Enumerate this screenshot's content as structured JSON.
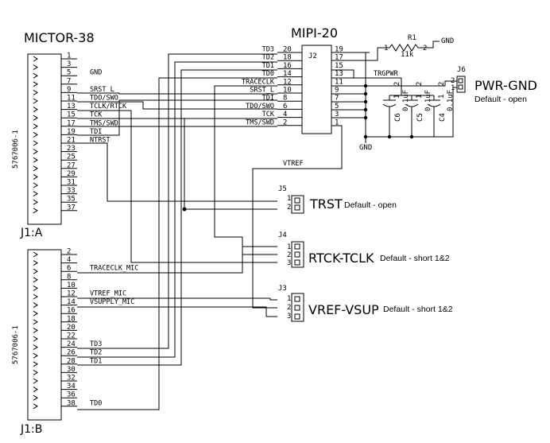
{
  "mictor": {
    "title": "MICTOR-38",
    "part_number": "5767006-1",
    "ref_a": "J1:A",
    "ref_b": "J1:B",
    "pins_a": [
      "1",
      "3",
      "5",
      "7",
      "9",
      "11",
      "13",
      "15",
      "17",
      "19",
      "21",
      "23",
      "25",
      "27",
      "29",
      "31",
      "33",
      "35",
      "37"
    ],
    "pins_b": [
      "2",
      "4",
      "6",
      "8",
      "10",
      "12",
      "14",
      "16",
      "18",
      "20",
      "22",
      "24",
      "26",
      "28",
      "30",
      "32",
      "34",
      "36",
      "38"
    ],
    "nets_a": {
      "5": "GND",
      "9": "SRST_L",
      "11": "TDO/SWO",
      "13": "TCLK/RTCK",
      "15": "TCK",
      "17": "TMS/SWD",
      "19": "TDI",
      "21": "NTRST"
    },
    "nets_b": {
      "6": "TRACECLK_MIC",
      "12": "VTREF_MIC",
      "14": "VSUPPLY_MIC",
      "24": "TD3",
      "26": "TD2",
      "28": "TD1",
      "38": "TD0"
    }
  },
  "mipi": {
    "title": "MIPI-20",
    "ref": "J2",
    "pins_left": [
      "20",
      "18",
      "16",
      "14",
      "12",
      "10",
      "8",
      "6",
      "4",
      "2"
    ],
    "pins_right": [
      "19",
      "17",
      "15",
      "13",
      "11",
      "9",
      "7",
      "5",
      "3",
      "1"
    ],
    "nets_left": [
      "TD3",
      "TD2",
      "TD1",
      "TD0",
      "TRACECLK",
      "SRST_L",
      "TDI",
      "TDO/SWO",
      "TCK",
      "TMS/SWD"
    ]
  },
  "power": {
    "resistor_ref": "R1",
    "resistor_value": "11k",
    "resistor_pin1": "1",
    "resistor_pin2": "2",
    "gnd": "GND",
    "trgpwr": "TRGPWR",
    "vtref": "VTREF",
    "caps": [
      {
        "ref": "C6",
        "value": "0.1uF",
        "pin1": "1",
        "pin2": "2"
      },
      {
        "ref": "C5",
        "value": "0.1uF",
        "pin1": "1",
        "pin2": "2"
      },
      {
        "ref": "C4",
        "value": "0.1uF",
        "pin1": "1",
        "pin2": "2"
      }
    ]
  },
  "jumpers": {
    "j6": {
      "ref": "J6",
      "label": "PWR-GND",
      "note": "Default - open",
      "pins": [
        "2",
        "1"
      ]
    },
    "j5": {
      "ref": "J5",
      "label": "TRST",
      "note": "Default - open",
      "pins": [
        "1",
        "2"
      ]
    },
    "j4": {
      "ref": "J4",
      "label": "RTCK-TCLK",
      "note": "Default - short 1&2",
      "pins": [
        "1",
        "2",
        "3"
      ]
    },
    "j3": {
      "ref": "J3",
      "label": "VREF-VSUP",
      "note": "Default - short 1&2",
      "pins": [
        "1",
        "2",
        "3"
      ]
    }
  }
}
